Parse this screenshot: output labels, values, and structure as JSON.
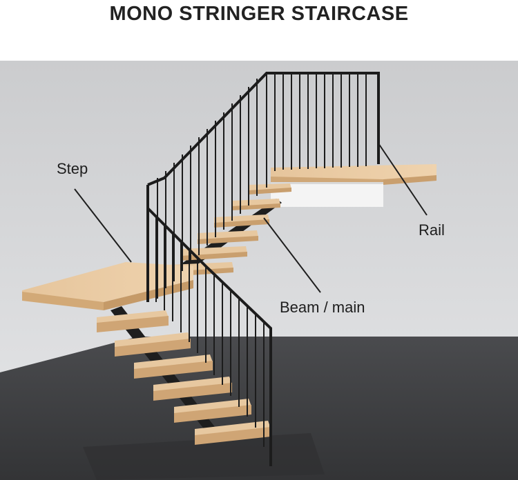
{
  "title": "MONO STRINGER STAIRCASE",
  "labels": {
    "step": "Step",
    "rail": "Rail",
    "beam": "Beam / main"
  },
  "colors": {
    "wall_top": "#cfd0d2",
    "wall_bottom": "#e4e5e7",
    "floor": "#3a3b3d",
    "wood_top": "#e9cba4",
    "wood_front": "#d4ac7c",
    "wood_edge": "#c59a68",
    "steel": "#1c1c1c",
    "landing_face": "#f6f6f6"
  }
}
